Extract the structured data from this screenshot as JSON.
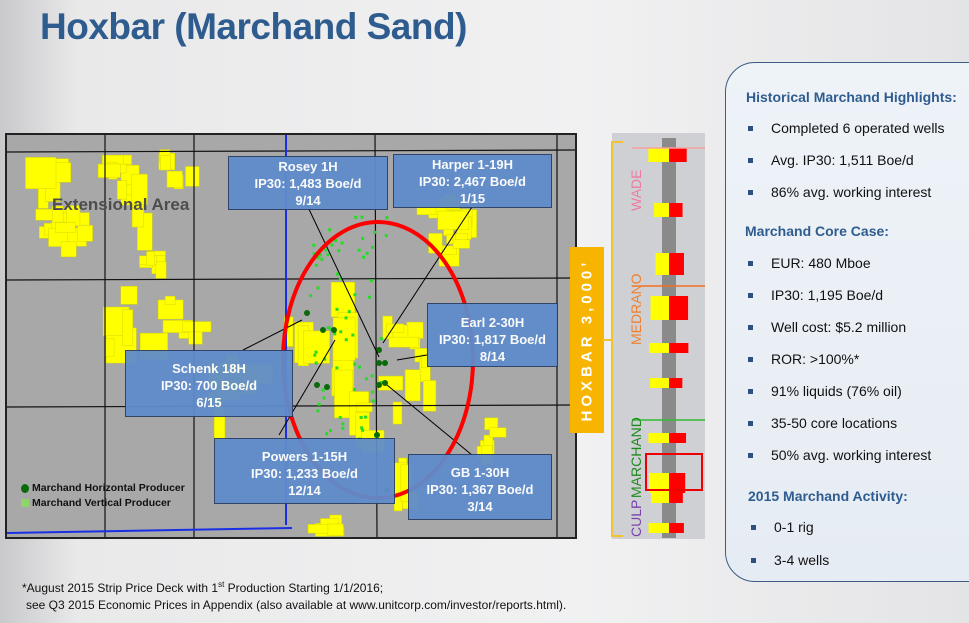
{
  "title": "Hoxbar (Marchand Sand)",
  "map": {
    "area_label": "Extensional Area",
    "callouts": [
      {
        "name": "Rosey 1H",
        "ip30": "IP30:  1,483 Boe/d",
        "date": "9/14"
      },
      {
        "name": "Harper  1-19H",
        "ip30": "IP30:  2,467 Boe/d",
        "date": "1/15"
      },
      {
        "name": "Earl 2-30H",
        "ip30": "IP30: 1,817 Boe/d",
        "date": "8/14"
      },
      {
        "name": "Schenk 18H",
        "ip30": "IP30: 700 Boe/d",
        "date": "6/15"
      },
      {
        "name": "Powers 1-15H",
        "ip30": "IP30: 1,233 Boe/d",
        "date": "12/14"
      },
      {
        "name": "GB 1-30H",
        "ip30": "IP30: 1,367 Boe/d",
        "date": "3/14"
      }
    ],
    "legend": {
      "horizontal": "Marchand Horizontal Producer",
      "vertical": "Marchand Vertical Producer"
    },
    "colors": {
      "acreage": "#ffff00",
      "ellipse": "#ff0000",
      "horizontal": "#0a6a0a",
      "vertical": "#22dd22"
    }
  },
  "log": {
    "interval_label": "HOXBAR 3,000’",
    "formations": {
      "wade": "WADE",
      "medrano": "MEDRANO",
      "marchand": "MARCHAND",
      "culp": "CULP"
    }
  },
  "panel": {
    "historical": {
      "heading": "Historical Marchand Highlights:",
      "items": [
        "Completed 6 operated wells",
        "Avg. IP30:  1,511 Boe/d",
        "86% avg. working interest"
      ]
    },
    "core": {
      "heading": "Marchand Core Case:",
      "items": [
        "EUR: 480 Mboe",
        "IP30:  1,195 Boe/d",
        "Well cost:  $5.2 million",
        "ROR:  >100%*",
        "91% liquids (76% oil)",
        "35-50 core locations",
        "50% avg. working interest"
      ]
    },
    "activity": {
      "heading": "2015 Marchand Activity:",
      "items": [
        "0-1 rig",
        "3-4 wells"
      ]
    }
  },
  "footnote": {
    "line1_a": "*August 2015 Strip Price Deck with 1",
    "line1_sup": "st",
    "line1_b": " Production Starting 1/1/2016;",
    "line2": "see Q3 2015 Economic Prices in Appendix (also available at www.unitcorp.com/investor/reports.html)."
  }
}
